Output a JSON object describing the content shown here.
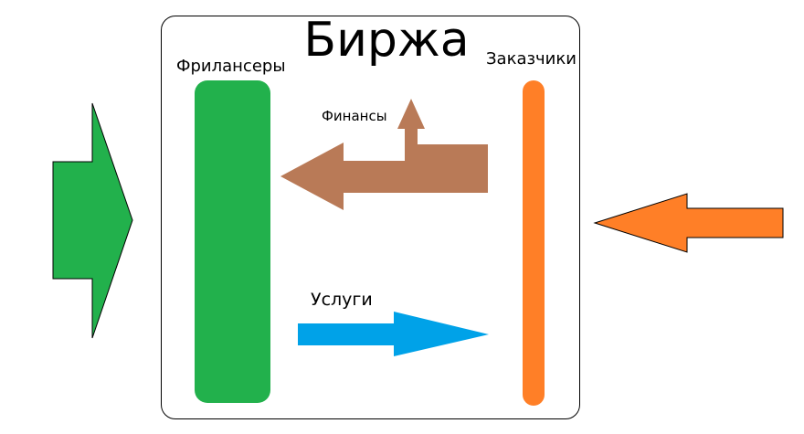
{
  "title": "Биржа",
  "labels": {
    "freelancers": "Фрилансеры",
    "clients": "Заказчики",
    "finance": "Финансы",
    "services": "Услуги"
  },
  "colors": {
    "freelancers": "#22b14c",
    "clients": "#ff7f27",
    "finance": "#b97a57",
    "services": "#00a2e8",
    "frame": "#000000"
  }
}
